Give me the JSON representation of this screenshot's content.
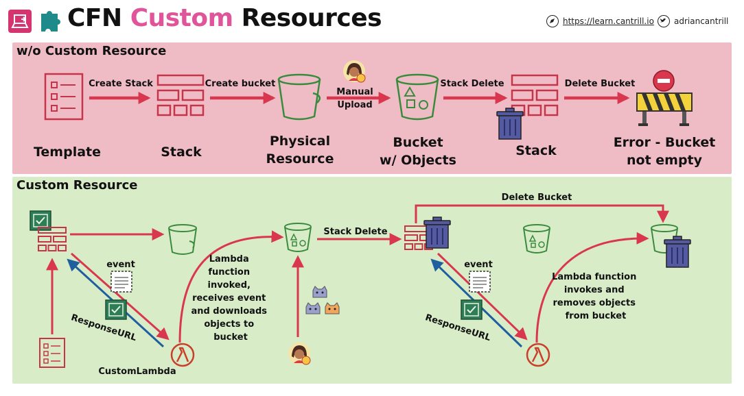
{
  "header": {
    "title_part1": "CFN",
    "title_part2": "Custom",
    "title_part3": "Resources",
    "site_link": "https://learn.cantrill.io",
    "twitter_handle": "adriancantrill",
    "icons": [
      "aws-logo-icon",
      "puzzle-icon",
      "compass-icon",
      "twitter-icon"
    ]
  },
  "top_panel": {
    "title": "w/o Custom Resource",
    "nodes": {
      "template": "Template",
      "stack": "Stack",
      "physical_line1": "Physical",
      "physical_line2": "Resource",
      "bucket_line1": "Bucket",
      "bucket_line2": "w/ Objects",
      "stack2": "Stack",
      "error_line1": "Error - Bucket",
      "error_line2": "not empty"
    },
    "arrows": {
      "create_stack": "Create Stack",
      "create_bucket": "Create bucket",
      "manual_line1": "Manual",
      "manual_line2": "Upload",
      "stack_delete": "Stack Delete",
      "delete_bucket": "Delete Bucket"
    }
  },
  "bottom_panel": {
    "title": "Custom Resource",
    "event1": "event",
    "response_url1": "ResponseURL",
    "custom_lambda": "CustomLambda",
    "lambda_desc1": [
      "Lambda",
      "function",
      "invoked,",
      "receives event",
      "and downloads",
      "objects to",
      "bucket"
    ],
    "stack_delete": "Stack Delete",
    "delete_bucket": "Delete Bucket",
    "event2": "event",
    "response_url2": "ResponseURL",
    "lambda_desc2": [
      "Lambda function",
      "invokes and",
      "removes objects",
      "from bucket"
    ]
  },
  "colors": {
    "accent": "#e0559a",
    "arrow_red": "#d9374d",
    "arrow_blue": "#1f5f9e",
    "stack_red": "#c7344a",
    "bucket_green": "#3a8a3e",
    "lambda_orange": "#c9402a",
    "panel_pink": "#efbcc6",
    "panel_green": "#d8ecc8",
    "check_green": "#2f7d55",
    "trash_purple": "#545aa0"
  }
}
